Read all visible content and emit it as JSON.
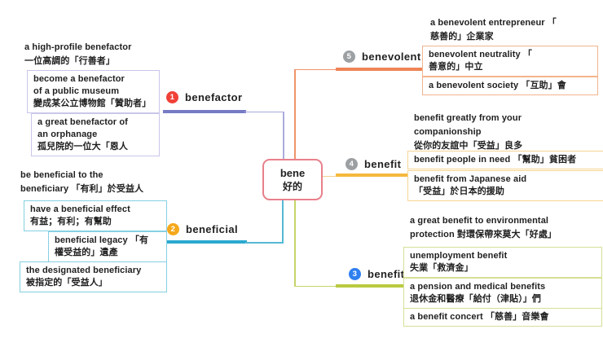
{
  "root": {
    "word": "bene",
    "meaning": "好的"
  },
  "colors": {
    "root_border": "#e8808b",
    "branch_benefactor_line": "#767bc4",
    "branch_beneficial_line": "#2aa9cf",
    "branch_benefit3_line": "#b9cb41",
    "branch_benefit4_line": "#f6b93f",
    "branch_benevolent_line": "#ee8456",
    "badge_1": "#f04138",
    "badge_2": "#f5a81c",
    "badge_3": "#2e7ff0",
    "badge_4": "#9da0a3",
    "badge_5": "#9da0a3",
    "box_border_benefactor": "#c8c6e8",
    "box_border_beneficial": "#86cfe2",
    "box_border_benefit3": "#d6df96",
    "box_border_benefit4": "#f6d593",
    "box_border_benevolent": "#f2b48e"
  },
  "branches": [
    {
      "order": "1",
      "label": "benefactor",
      "items": [
        {
          "text": "a high-profile benefactor\n一位高調的「行善者」"
        },
        {
          "text": "become a benefactor\nof a public museum\n變成某公立博物館「贊助者」"
        },
        {
          "text": "a great benefactor of\nan orphanage\n孤兒院的一位大「恩人"
        }
      ]
    },
    {
      "order": "2",
      "label": "beneficial",
      "items": [
        {
          "text": "be beneficial to the\nbeneficiary 「有利」於受益人"
        },
        {
          "text": "have a beneficial effect\n有益；有利；有幫助"
        },
        {
          "text": "beneficial legacy 「有\n權受益的」遺產"
        },
        {
          "text": "the designated beneficiary\n被指定的「受益人」"
        }
      ]
    },
    {
      "order": "3",
      "label": "benefit",
      "items": [
        {
          "text": "a great benefit to environmental\nprotection 對環保帶來莫大「好處」"
        },
        {
          "text": "unemployment benefit\n失業「救濟金」"
        },
        {
          "text": "a pension and medical benefits\n退休金和醫療「給付（津貼）」們"
        },
        {
          "text": "a benefit concert 「慈善」音樂會"
        }
      ]
    },
    {
      "order": "4",
      "label": "benefit",
      "items": [
        {
          "text": "benefit greatly from your\ncompanionship\n從你的友誼中「受益」良多"
        },
        {
          "text": "benefit people in need 「幫助」貧困者"
        },
        {
          "text": "benefit from Japanese aid\n「受益」於日本的援助"
        }
      ]
    },
    {
      "order": "5",
      "label": "benevolent",
      "items": [
        {
          "text": "a benevolent entrepreneur 「\n慈善的」企業家"
        },
        {
          "text": "benevolent neutrality 「\n善意的」中立"
        },
        {
          "text": "a benevolent society 「互助」會"
        }
      ]
    }
  ]
}
